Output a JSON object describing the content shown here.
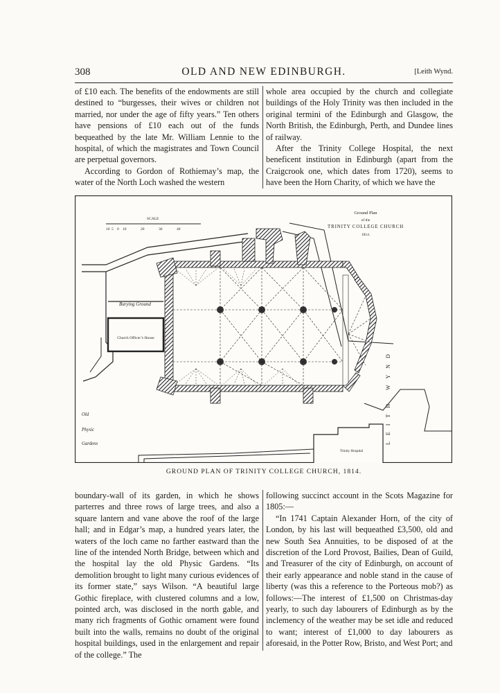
{
  "header": {
    "page_number": "308",
    "title": "OLD AND NEW EDINBURGH.",
    "section": "[Leith Wynd."
  },
  "col1": [
    "of £10 each.  The benefits of the endowments are still destined to “burgesses, their wives or children not married, nor under the age of fifty years.”  Ten others have pensions of £10 each out of the funds bequeathed by the late Mr. William Lennie to the hospital, of which the magistrates and Town Council are perpetual governors.",
    "According to Gordon of Rothiemay’s map, the water of the North Loch washed the western"
  ],
  "col2": [
    "whole area occupied by the church and collegiate buildings of the Holy Trinity was then included in the original termini of the Edinburgh and Glasgow, the North British, the Edinburgh, Perth, and Dundee lines of railway.",
    "After the Trinity College Hospital, the next beneficent institution in Edinburgh (apart from the Craigcrook one, which dates from 1720), seems to have been the Horn Charity, of which we have the"
  ],
  "figure": {
    "scale_label": "SCALE",
    "scale_ticks": [
      "10",
      "5",
      "0",
      "10",
      "20",
      "30",
      "40"
    ],
    "plan_title_1": "Ground Plan",
    "plan_title_2": "of the",
    "plan_title_3": "TRINITY COLLEGE CHURCH",
    "plan_title_4": "1814.",
    "burying_ground": "Burying Ground",
    "officers_house": "Church Officer’s House",
    "physic_gardens": [
      "Old",
      "Physic",
      "Gardens"
    ],
    "trinity_hospital": "Trinity Hospital",
    "leith_wynd": "LEITH WYND"
  },
  "caption": "GROUND PLAN OF TRINITY COLLEGE CHURCH, 1814.",
  "col3": [
    "boundary-wall of its garden, in which he shows parterres and three rows of large trees, and also a square lantern and vane above the roof of the large hall; and in Edgar’s map, a hundred years later, the waters of the loch came no farther eastward than the line of the intended North Bridge, between which and the hospital lay the old Physic Gardens. “Its demolition brought to light many curious evidences of its former state,” says Wilson.  “A beautiful large Gothic fireplace, with clustered columns and a low, pointed arch, was disclosed in the north gable, and many rich fragments of Gothic ornament were found built into the walls, remains no doubt of the original hospital buildings, used in the enlargement and repair of the college.”  The"
  ],
  "col4": [
    "following succinct account in the Scots Magazine for 1805:—",
    "“In 1741 Captain Alexander Horn, of the city of London, by his last will bequeathed £3,500, old and new South Sea Annuities, to be disposed of at the discretion of the Lord Provost, Bailies, Dean of Guild, and Treasurer of the city of Edinburgh, on account of their early appearance and noble stand in the cause of liberty (was this a reference to the Porteous mob?) as follows:—The interest of £1,500 on Christmas-day yearly, to such day labourers of Edinburgh as by the inclemency of the weather may be set idle and reduced to want; interest of £1,000 to day labourers as aforesaid, in the Potter Row, Bristo, and West Port; and"
  ]
}
